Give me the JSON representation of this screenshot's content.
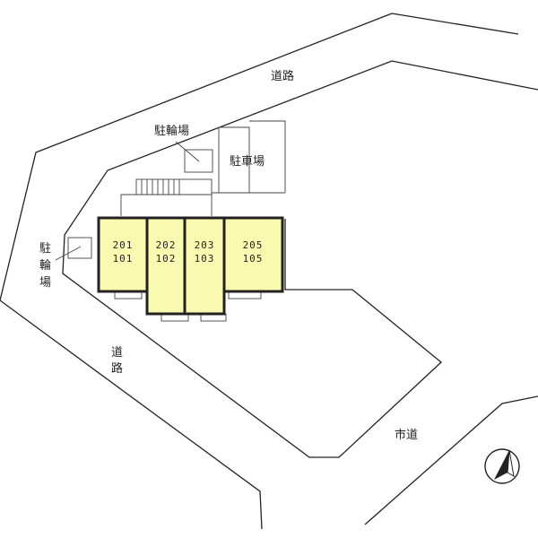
{
  "labels": {
    "road_top": "道路",
    "road_left_1": "道",
    "road_left_2": "路",
    "city_road": "市道",
    "bike_parking_top": "駐輪場",
    "bike_parking_left_1": "駐",
    "bike_parking_left_2": "輪",
    "bike_parking_left_3": "場",
    "car_parking": "駐車場"
  },
  "units": [
    {
      "upper": "201",
      "lower": "101"
    },
    {
      "upper": "202",
      "lower": "102"
    },
    {
      "upper": "203",
      "lower": "103"
    },
    {
      "upper": "205",
      "lower": "105"
    }
  ],
  "colors": {
    "unit_fill": "#fafab0",
    "outline": "#222222"
  },
  "compass": {
    "icon": "north-arrow-icon"
  }
}
